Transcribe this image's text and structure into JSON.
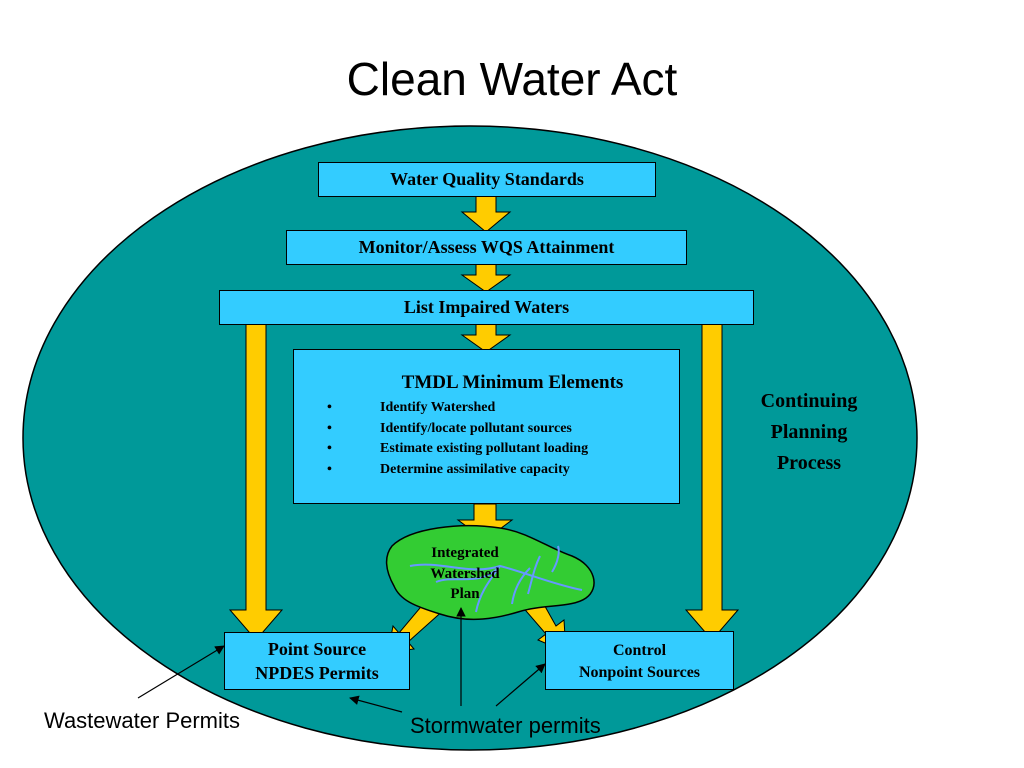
{
  "title": "Clean Water Act",
  "boxes": {
    "wqs": "Water Quality Standards",
    "monitor": "Monitor/Assess WQS Attainment",
    "list": "List Impaired Waters",
    "point_source": [
      "Point Source",
      "NPDES Permits"
    ],
    "control": [
      "Control",
      "Nonpoint Sources"
    ]
  },
  "tmdl": {
    "title": "TMDL Minimum Elements",
    "items": [
      "Identify Watershed",
      "Identify/locate pollutant sources",
      "Estimate existing pollutant loading",
      "Determine assimilative capacity"
    ]
  },
  "watershed": [
    "Integrated",
    "Watershed",
    "Plan"
  ],
  "cpp": [
    "Continuing",
    "Planning",
    "Process"
  ],
  "callouts": {
    "wastewater": "Wastewater Permits",
    "stormwater": "Stormwater permits"
  },
  "colors": {
    "oval": "#009999",
    "box": "#33ccff",
    "arrow": "#ffcc00",
    "watershed": "#33cc33",
    "stream": "#6699ff"
  }
}
